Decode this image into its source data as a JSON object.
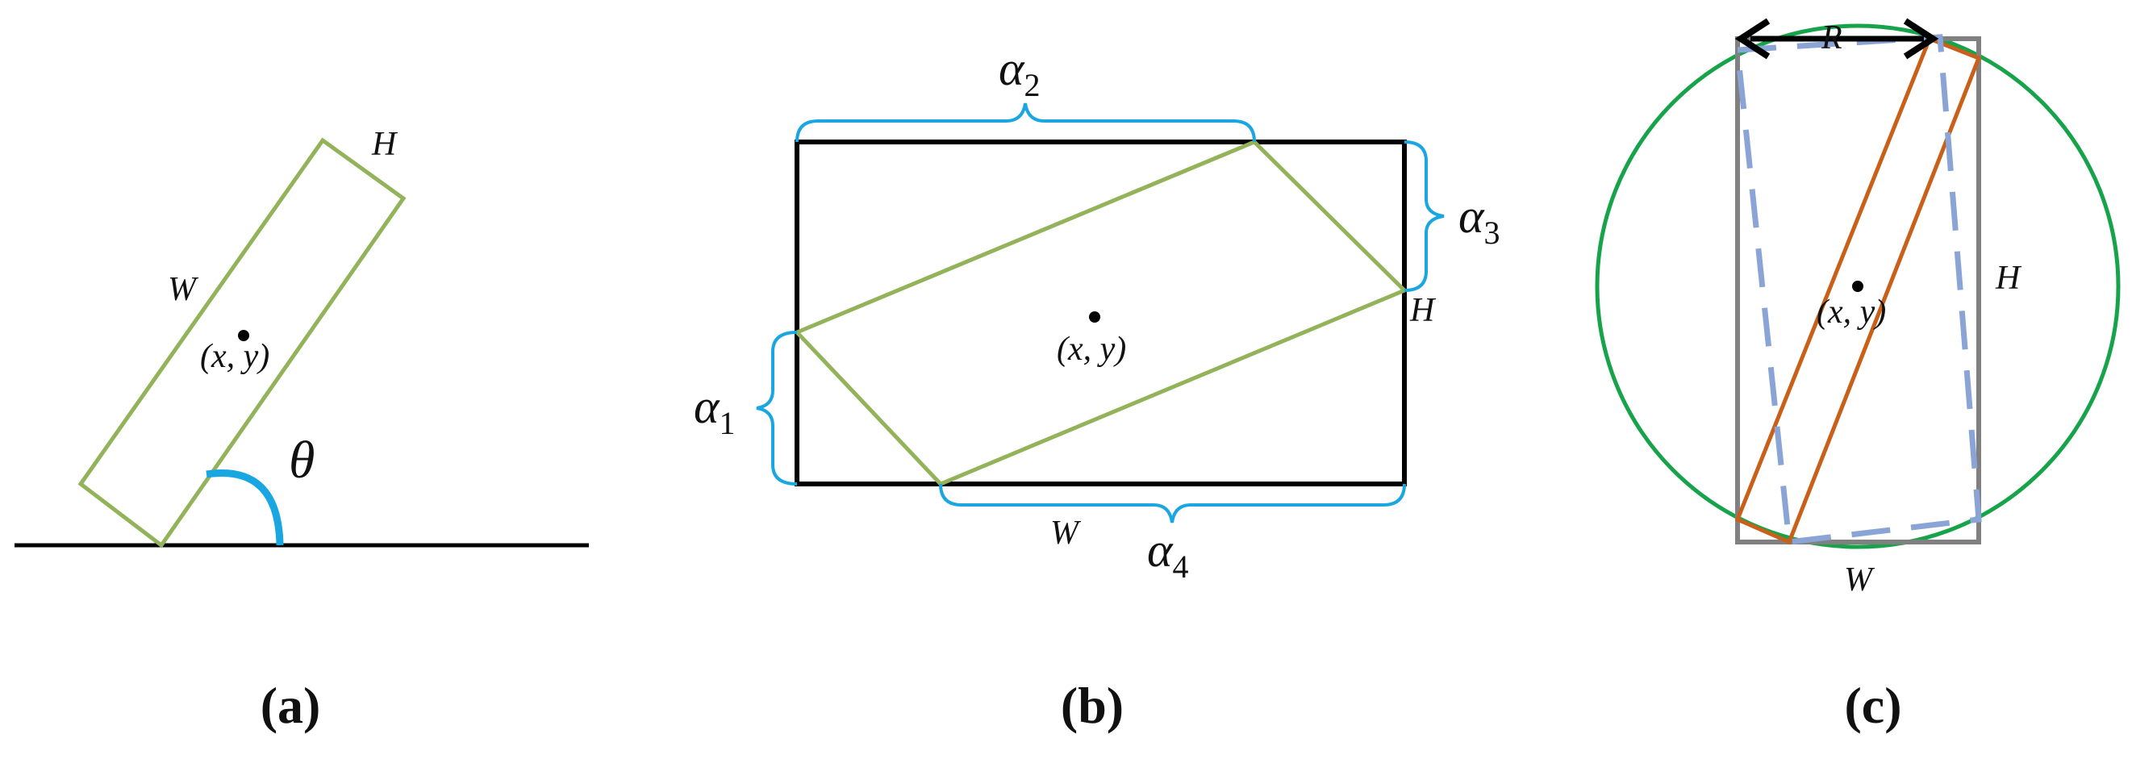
{
  "panel_a": {
    "caption": "(a)",
    "label_H": "H",
    "label_W": "W",
    "label_center": "(x, y)",
    "label_theta": "θ"
  },
  "panel_b": {
    "caption": "(b)",
    "label_alpha1": "α",
    "label_alpha1_sub": "1",
    "label_alpha2": "α",
    "label_alpha2_sub": "2",
    "label_alpha3": "α",
    "label_alpha3_sub": "3",
    "label_alpha4": "α",
    "label_alpha4_sub": "4",
    "label_H": "H",
    "label_W": "W",
    "label_center": "(x, y)"
  },
  "panel_c": {
    "caption": "(c)",
    "label_R": "R",
    "label_H": "H",
    "label_W": "W",
    "label_center": "(x, y)"
  },
  "colors": {
    "rotated_box": "#93b35a",
    "brace": "#1aa6e0",
    "outline": "#000000",
    "circle": "#16a34a",
    "orange_box": "#c8601a",
    "gray_box": "#808080",
    "dashed_box": "#8aa4d6"
  }
}
